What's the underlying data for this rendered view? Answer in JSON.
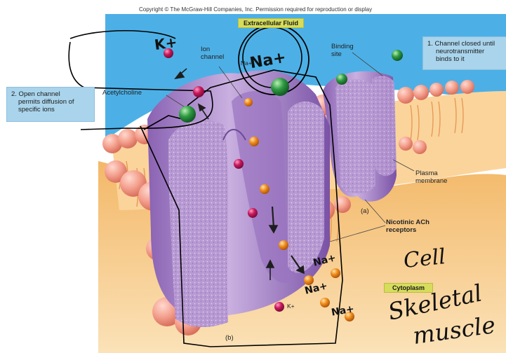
{
  "copyright": "Copyright © The McGraw-Hill Companies, Inc. Permission required for reproduction or display",
  "labels": {
    "extracellular": "Extracellular Fluid",
    "cytoplasm": "Cytoplasm",
    "note_closed_line1": "1. Channel closed until",
    "note_closed_line2": "neurotransmitter",
    "note_closed_line3": "binds to it",
    "note_open_line1": "2. Open channel",
    "note_open_line2": "permits diffusion of",
    "note_open_line3": "specific ions",
    "ion_channel_line1": "Ion",
    "ion_channel_line2": "channel",
    "binding_site_line1": "Binding",
    "binding_site_line2": "site",
    "acetylcholine": "Acetylcholine",
    "plasma_membrane_line1": "Plasma",
    "plasma_membrane_line2": "membrane",
    "nicotinic_line1": "Nicotinic ACh",
    "nicotinic_line2": "receptors",
    "panel_a": "(a)",
    "panel_b": "(b)",
    "k_ion_print": "K+",
    "na_ion_print": "Na+"
  },
  "handwriting": {
    "k_plus": "K+",
    "na_plus_top": "Na+",
    "na_plus_1": "Na+",
    "na_plus_2": "Na+",
    "na_plus_3": "Na+",
    "cell": "Cell",
    "skeletal": "Skeletal",
    "muscle": "muscle"
  },
  "colors": {
    "extracellular_fluid": "#4cb0e6",
    "cytoplasm": "#f6c781",
    "receptor_protein": "#a987c7",
    "phospholipid_head": "#f4a08e",
    "acetylcholine": "#2e9a43",
    "k_ion": "#c7185c",
    "na_ion": "#ef8d1c",
    "label_box": "#a9d4ec",
    "region_box": "#d6dc5c"
  }
}
